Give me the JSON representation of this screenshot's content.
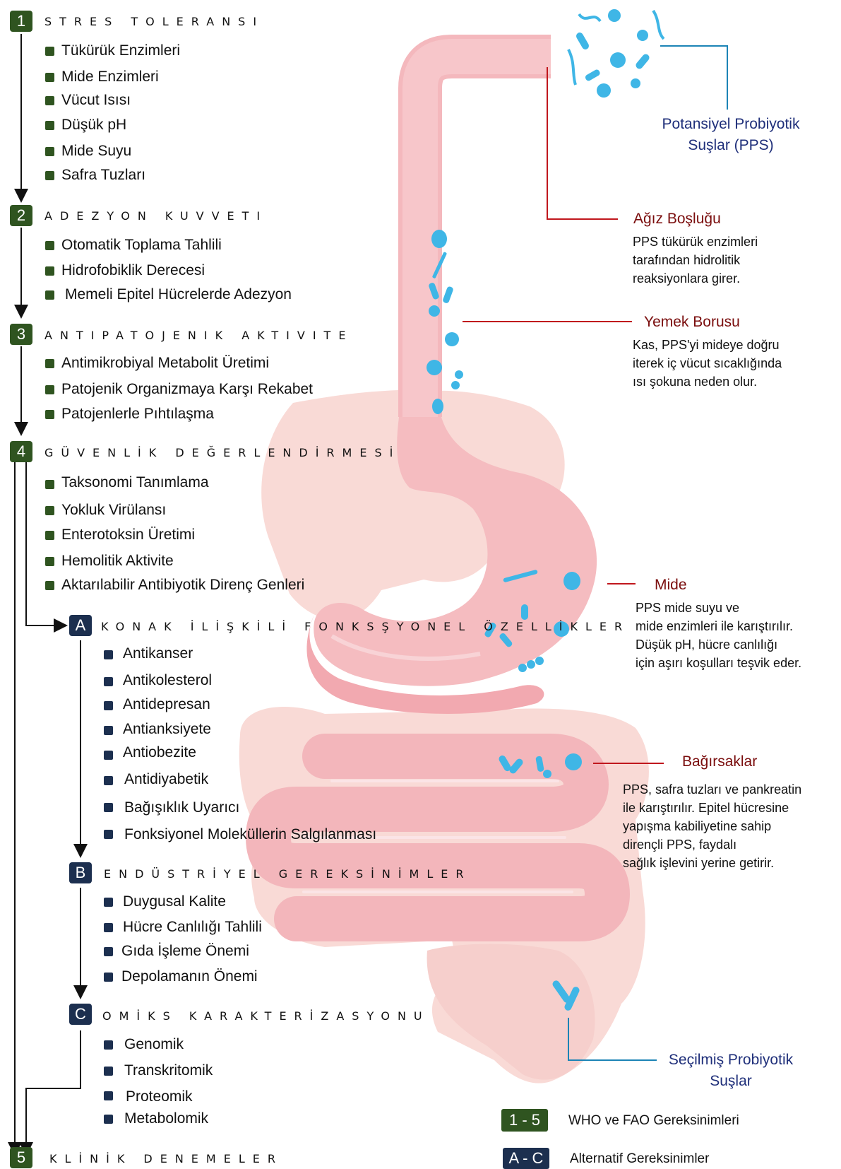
{
  "sections": [
    {
      "num": "1",
      "title": "STRES TOLERANSI",
      "items": [
        "Tükürük Enzimleri",
        "Mide Enzimleri",
        "Vücut Isısı",
        "Düşük pH",
        "Mide Suyu",
        "Safra Tuzları"
      ]
    },
    {
      "num": "2",
      "title": "ADEZYON KUVVETI",
      "items": [
        "Otomatik Toplama Tahlili",
        "Hidrofobiklik Derecesi",
        "Memeli Epitel Hücrelerde Adezyon"
      ]
    },
    {
      "num": "3",
      "title": "ANTIPATOJENIK AKTIVITE",
      "items": [
        "Antimikrobiyal Metabolit Üretimi",
        "Patojenik Organizmaya Karşı Rekabet",
        "Patojenlerle Pıhtılaşma"
      ]
    },
    {
      "num": "4",
      "title": "GÜVENLİK DEĞERLENDİRMESİ",
      "items": [
        "Taksonomi Tanımlama",
        "Yokluk Virülansı",
        "Enterotoksin Üretimi",
        "Hemolitik Aktivite",
        "Aktarılabilir Antibiyotik Direnç Genleri"
      ]
    },
    {
      "num": "5",
      "title": "KLİNİK DENEMELER",
      "items": []
    }
  ],
  "alt_sections": [
    {
      "letter": "A",
      "title": "KONAK İLİŞKİLİ FONKSŞYONEL ÖZELLİKLER",
      "items": [
        "Antikanser",
        "Antikolesterol",
        "Antidepresan",
        "Antianksiyete",
        "Antiobezite",
        "Antidiyabetik",
        "Bağışıklık Uyarıcı",
        "Fonksiyonel Moleküllerin Salgılanması"
      ]
    },
    {
      "letter": "B",
      "title": "ENDÜSTRİYEL GEREKSİNİMLER",
      "items": [
        "Duygusal Kalite",
        "Hücre Canlılığı Tahlili",
        "Gıda İşleme Önemi",
        "Depolamanın Önemi"
      ]
    },
    {
      "letter": "C",
      "title": "OMİKS KARAKTERİZASYONU",
      "items": [
        "Genomik",
        "Transkritomik",
        "Proteomik",
        "Metabolomik"
      ]
    }
  ],
  "organs": [
    {
      "title": "Ağız Boşluğu",
      "desc": "PPS tükürük enzimleri\ntarafından  hidrolitik\nreaksiyonlara girer."
    },
    {
      "title": "Yemek Borusu",
      "desc": "Kas, PPS'yi mideye doğru\niterek iç vücut sıcaklığında\nısı şokuna neden olur."
    },
    {
      "title": "Mide",
      "desc": "PPS mide suyu ve\nmide enzimleri ile karıştırılır.\nDüşük pH, hücre canlılığı\niçin aşırı koşulları teşvik eder."
    },
    {
      "title": "Bağırsaklar",
      "desc": "PPS, safra tuzları ve pankreatin\nile karıştırılır. Epitel hücresine\nyapışma kabiliyetine sahip\ndirençli PPS, faydalı\nsağlık işlevini yerine getirir."
    }
  ],
  "pps_label": "Potansiyel Probiyotik\nSuşlar (PPS)",
  "selected_label": "Seçilmiş Probiyotik\nSuşlar",
  "legend": [
    {
      "badge": "1 - 5",
      "text": "WHO ve FAO Gereksinimleri",
      "color": "#2f5420"
    },
    {
      "badge": "A - C",
      "text": "Alternatif Gereksinimler",
      "color": "#1c2f4f"
    }
  ],
  "colors": {
    "green": "#2f5420",
    "navy": "#1c2f4f",
    "organ_title": "#7a0d0d",
    "blue_label": "#1f2f7a",
    "microbe": "#3fb6e6",
    "gut": "#f4b8bd",
    "organ_bg": "#f9dcd8"
  }
}
